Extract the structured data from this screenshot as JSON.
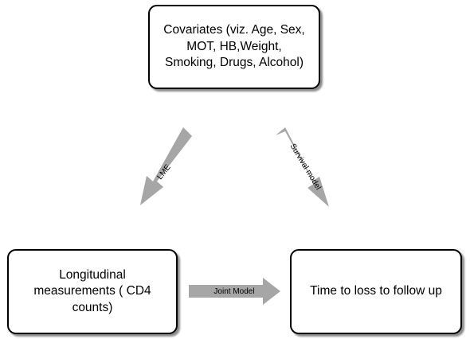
{
  "nodes": {
    "covariates": "Covariates (viz. Age, Sex,\nMOT, HB,Weight,\nSmoking, Drugs, Alcohol)",
    "longitudinal": "Longitudinal\nmeasurements ( CD4\ncounts)",
    "time_to_loss": "Time to loss to follow up"
  },
  "edges": {
    "lme": "LME",
    "survival_model": "Survival model",
    "joint_model": "Joint Model"
  },
  "colors": {
    "box_border": "#000000",
    "arrow_fill": "#a6a6a6"
  }
}
